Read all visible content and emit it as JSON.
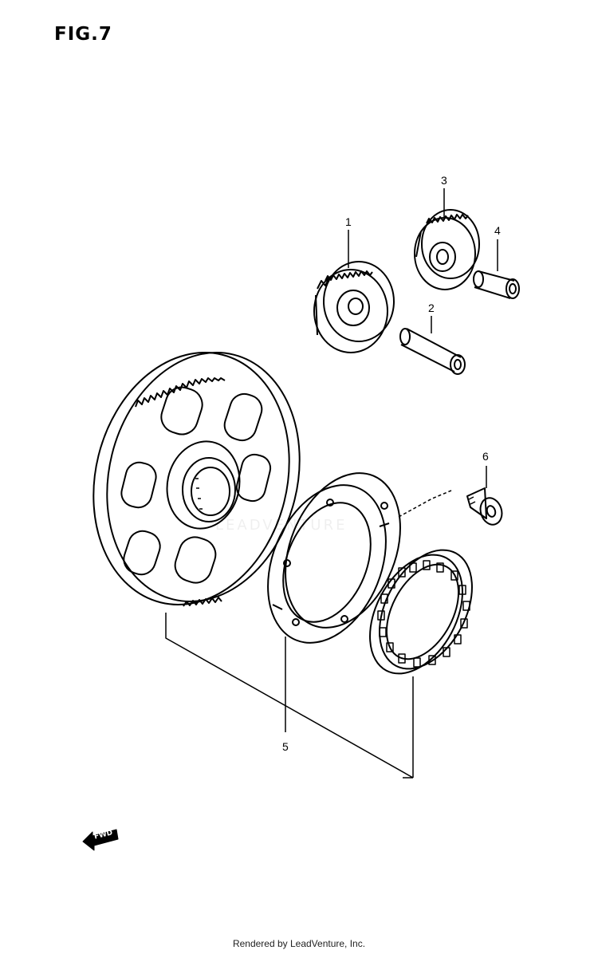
{
  "figure_label": "FIG.7",
  "callouts": [
    {
      "id": "1",
      "label": "1"
    },
    {
      "id": "2",
      "label": "2"
    },
    {
      "id": "3",
      "label": "3"
    },
    {
      "id": "4",
      "label": "4"
    },
    {
      "id": "5",
      "label": "5"
    },
    {
      "id": "6",
      "label": "6"
    }
  ],
  "watermark": "LEADVENTURE",
  "direction_marker": "FWD",
  "footer": "Rendered by LeadVenture, Inc."
}
